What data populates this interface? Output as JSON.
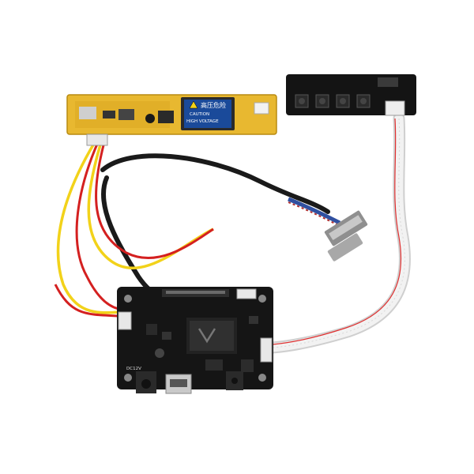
{
  "inverter": {
    "warning_cn": "高压危险",
    "caution": "CAUTION",
    "high_voltage": "HIGH VOLTAGE",
    "pcb_color": "#e8b830",
    "label_color": "#1a4a9a"
  },
  "controller": {
    "dc_label": "DC12V",
    "pcb_color": "#151515"
  },
  "keypad": {
    "pcb_color": "#141414"
  },
  "cables": {
    "red": "#d42020",
    "yellow": "#f2d21a",
    "black": "#1a1a1a",
    "ribbon": "#e6e6e6"
  }
}
